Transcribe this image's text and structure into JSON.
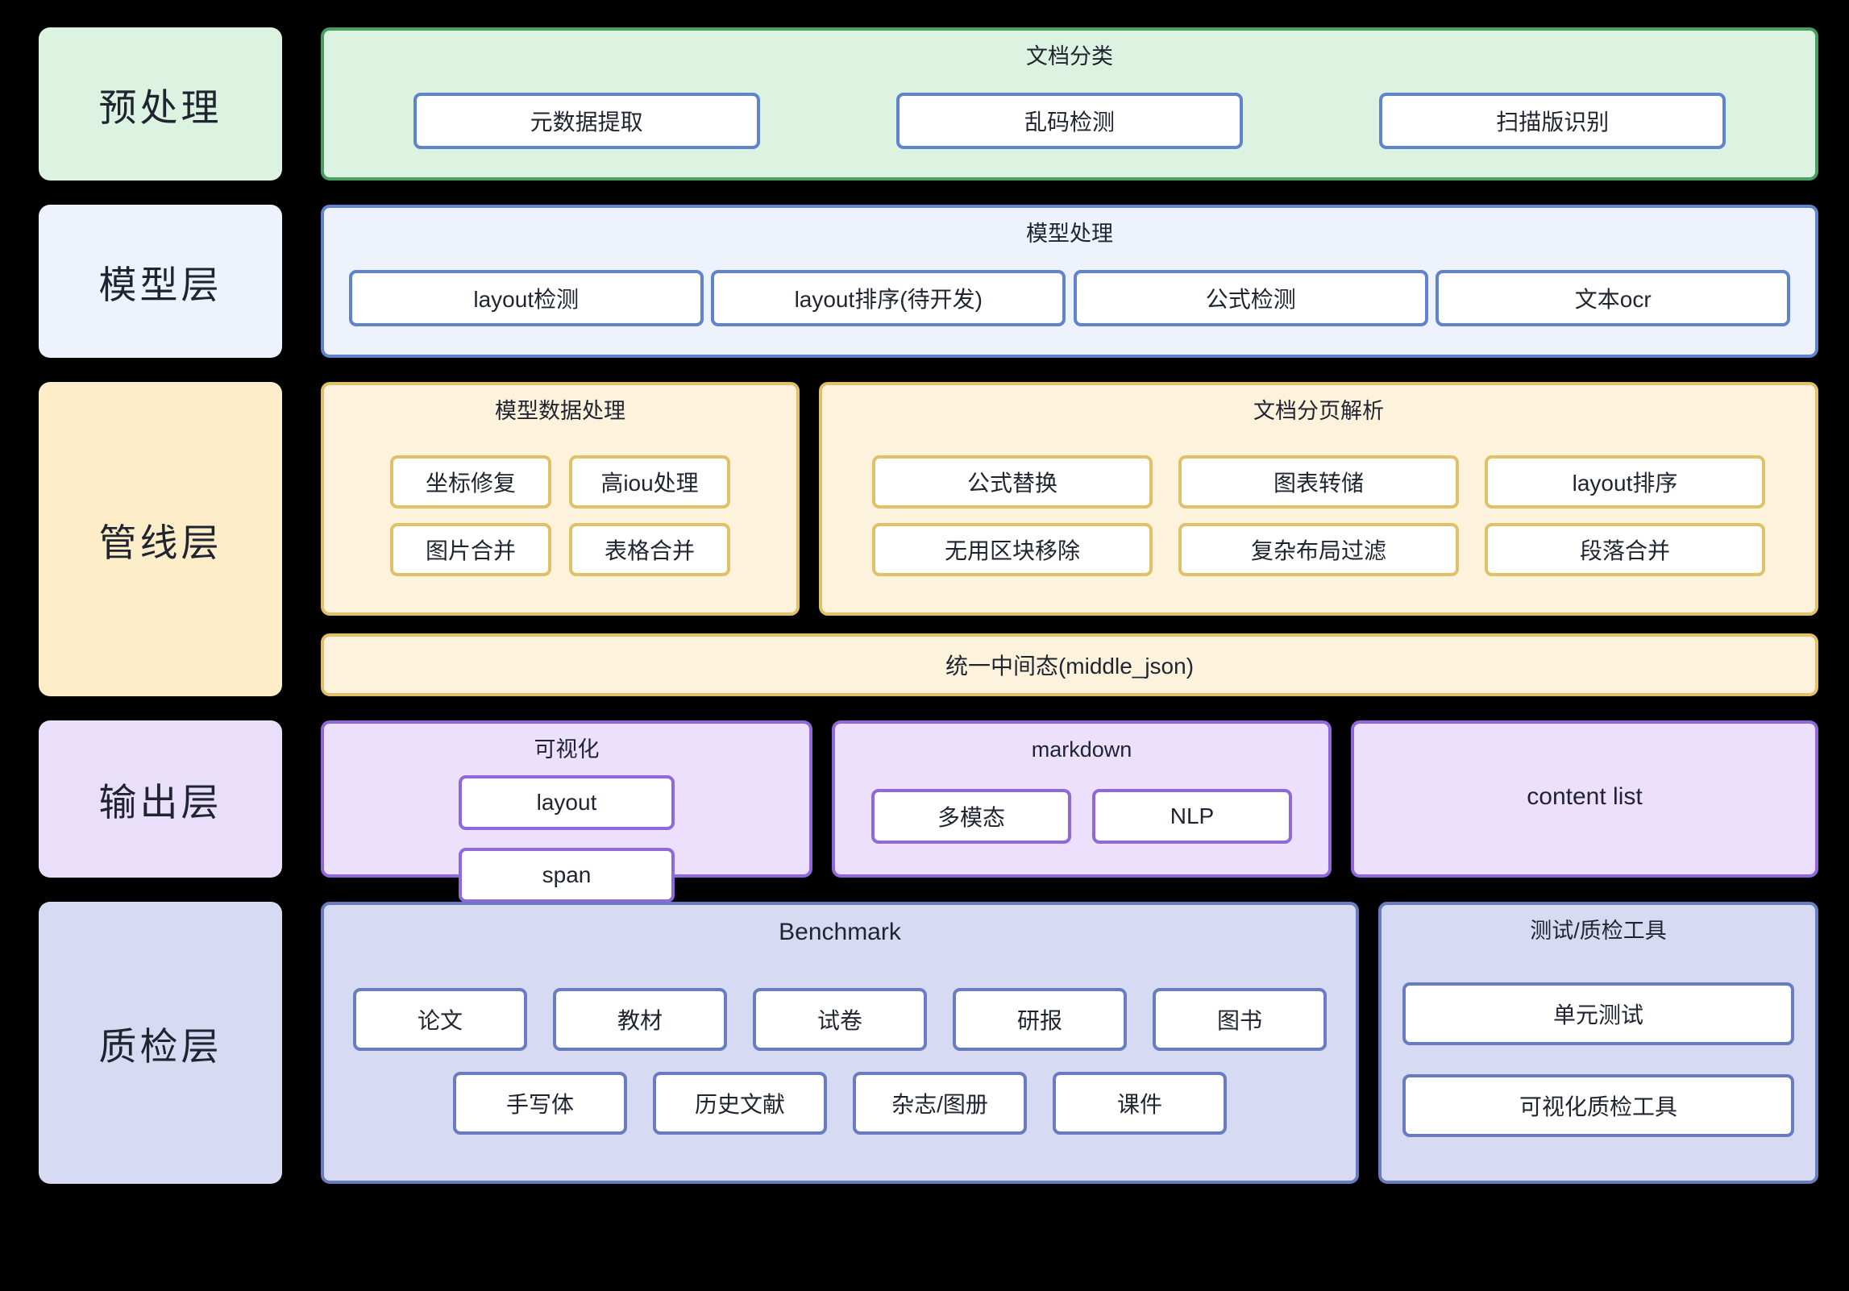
{
  "layers": [
    {
      "id": "preprocess",
      "label": "预处理",
      "panels": [
        {
          "title": "文档分类",
          "items": [
            "元数据提取",
            "乱码检测",
            "扫描版识别"
          ]
        }
      ]
    },
    {
      "id": "model",
      "label": "模型层",
      "panels": [
        {
          "title": "模型处理",
          "items": [
            "layout检测",
            "layout排序(待开发)",
            "公式检测",
            "文本ocr"
          ]
        }
      ]
    },
    {
      "id": "pipeline",
      "label": "管线层",
      "panels": [
        {
          "title": "模型数据处理",
          "items": [
            "坐标修复",
            "高iou处理",
            "图片合并",
            "表格合并"
          ]
        },
        {
          "title": "文档分页解析",
          "items": [
            "公式替换",
            "图表转储",
            "layout排序",
            "无用区块移除",
            "复杂布局过滤",
            "段落合并"
          ]
        }
      ],
      "footer_bar": "统一中间态(middle_json)"
    },
    {
      "id": "output",
      "label": "输出层",
      "panels": [
        {
          "title": "可视化",
          "items": [
            "layout",
            "span"
          ]
        },
        {
          "title": "markdown",
          "items": [
            "多模态",
            "NLP"
          ]
        },
        {
          "title": "content list",
          "items": []
        }
      ]
    },
    {
      "id": "quality",
      "label": "质检层",
      "panels": [
        {
          "title": "Benchmark",
          "items": [
            "论文",
            "教材",
            "试卷",
            "研报",
            "图书",
            "手写体",
            "历史文献",
            "杂志/图册",
            "课件"
          ]
        },
        {
          "title": "测试/质检工具",
          "items": [
            "单元测试",
            "可视化质检工具"
          ]
        }
      ]
    }
  ],
  "colors": {
    "background": "#000000",
    "green_fill": "#ddf3e1",
    "green_border": "#4a9e63",
    "blue_fill": "#eef2fc",
    "blue_border": "#5f83cd",
    "yellow_fill": "#fdf3dc",
    "yellow_border": "#e0c169",
    "purple_fill": "#ece0fc",
    "purple_border": "#9168d9",
    "periwinkle_fill": "#d6dbf3",
    "periwinkle_border": "#6a7cc0",
    "chip_fill": "#ffffff",
    "text": "#1f2430"
  }
}
